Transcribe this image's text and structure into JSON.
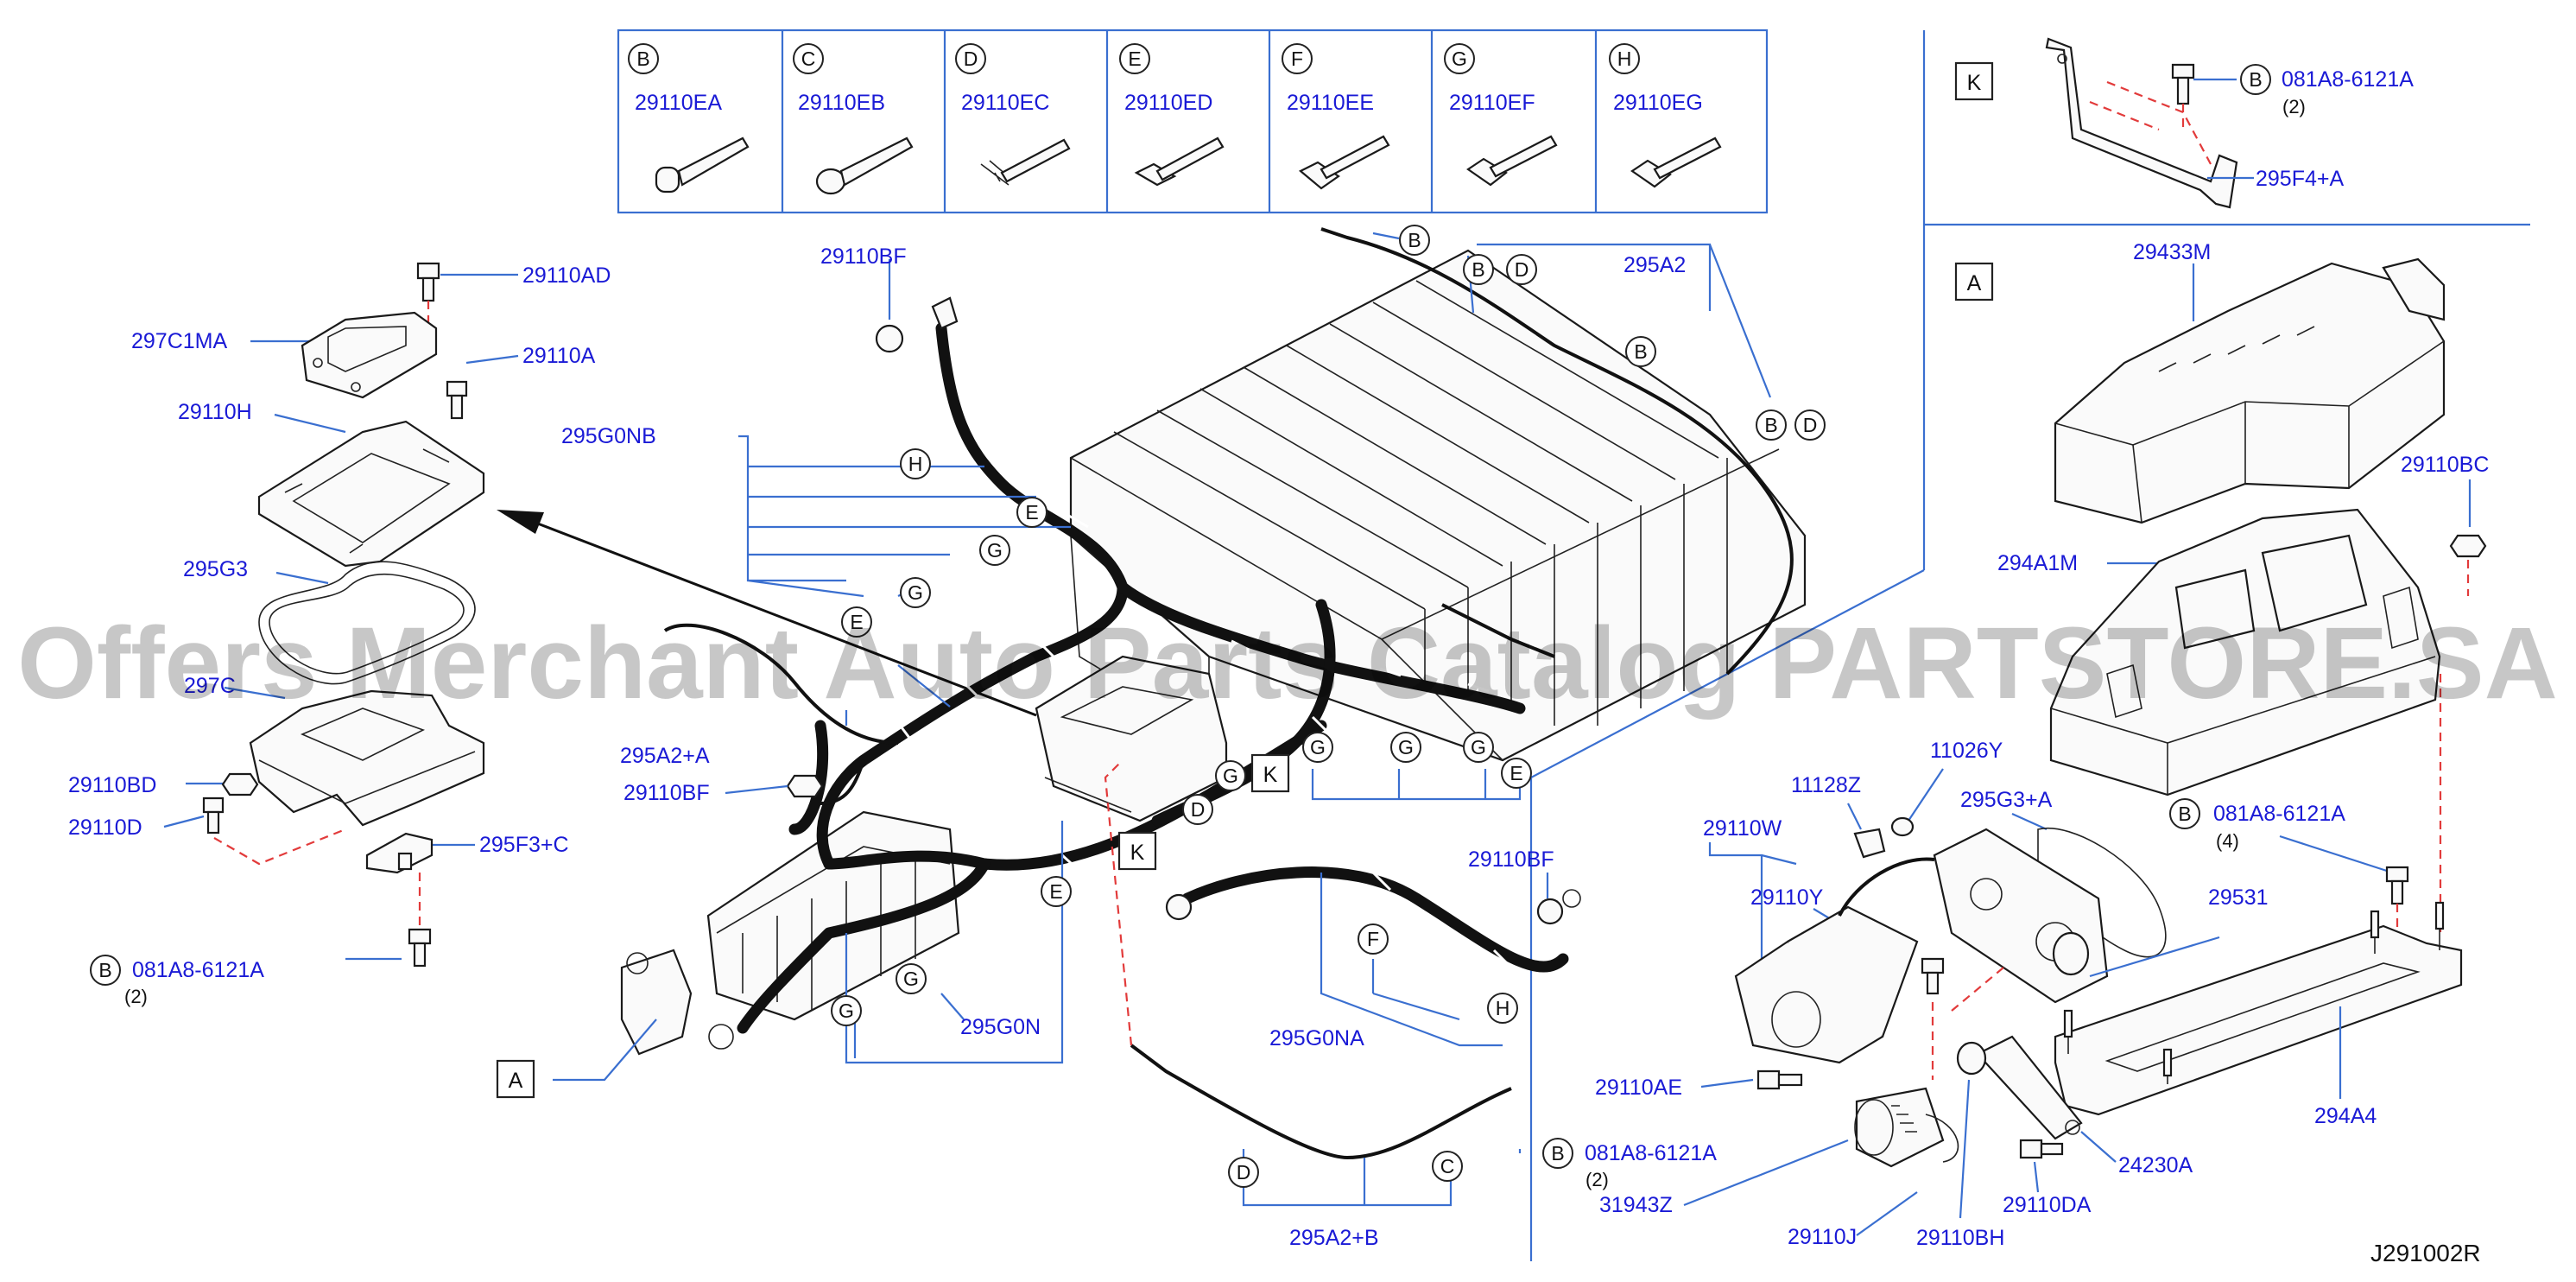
{
  "diagram_code": "J291002R",
  "watermark": "Offers Merchant Auto Parts Catalog PARTSTORE.SA",
  "clip_table": {
    "cells": [
      {
        "letter": "B",
        "part": "29110EA"
      },
      {
        "letter": "C",
        "part": "29110EB"
      },
      {
        "letter": "D",
        "part": "29110EC"
      },
      {
        "letter": "E",
        "part": "29110ED"
      },
      {
        "letter": "F",
        "part": "29110EE"
      },
      {
        "letter": "G",
        "part": "29110EF"
      },
      {
        "letter": "H",
        "part": "29110EG"
      }
    ]
  },
  "detail_k": {
    "box_letter": "K",
    "bolt_ref": "B",
    "bolt_part": "081A8-6121A",
    "bolt_qty": "(2)",
    "bracket_part": "295F4+A"
  },
  "detail_a": {
    "box_letter": "A",
    "cover_part": "29433M",
    "box_part": "294A1M",
    "nut_part": "29110BC",
    "bolt_ref": "B",
    "bolt_part": "081A8-6121A",
    "bolt_qty": "(4)",
    "bracket_part": "294A4"
  },
  "left_group": {
    "p_29110AD": "29110AD",
    "p_297C1MA": "297C1MA",
    "p_29110A": "29110A",
    "p_29110H": "29110H",
    "p_295G3": "295G3",
    "p_297C": "297C",
    "p_29110BD": "29110BD",
    "p_29110D": "29110D",
    "p_295F3C": "295F3+C",
    "bolt_ref": "B",
    "bolt_part": "081A8-6121A",
    "bolt_qty": "(2)"
  },
  "main": {
    "p_29110BF_top": "29110BF",
    "p_295G0NB": "295G0NB",
    "p_295A2": "295A2",
    "p_295A2A": "295A2+A",
    "p_29110BF_left": "29110BF",
    "p_29110BF_right": "29110BF",
    "p_295G0N": "295G0N",
    "p_295G0NA": "295G0NA",
    "p_295A2B": "295A2+B",
    "box_a": "A",
    "box_k1": "K",
    "box_k2": "K",
    "bolt_ref": "B",
    "bolt_part": "081A8-6121A",
    "bolt_qty": "(2)",
    "callouts": {
      "top_b1": "B",
      "top_b2": "B",
      "top_d1": "D",
      "top_b3": "B",
      "top_b4": "B",
      "top_d2": "D",
      "nb_h": "H",
      "nb_e1": "E",
      "nb_g1": "G",
      "nb_g2": "G",
      "nb_e2": "E",
      "mid_g1": "G",
      "mid_g2": "G",
      "mid_g3": "G",
      "mid_g4": "G",
      "mid_e": "E",
      "mid_d": "D",
      "low_g1": "G",
      "low_g2": "G",
      "low_e": "E",
      "na_f": "F",
      "na_h": "H",
      "ab_d": "D",
      "ab_c": "C"
    }
  },
  "right_group": {
    "p_11026Y": "11026Y",
    "p_11128Z": "11128Z",
    "p_295G3A": "295G3+A",
    "p_29110W": "29110W",
    "p_29110Y": "29110Y",
    "p_29531": "29531",
    "p_29110AE": "29110AE",
    "p_24230A": "24230A",
    "p_31943Z": "31943Z",
    "p_29110J": "29110J",
    "p_29110BH": "29110BH",
    "p_29110DA": "29110DA"
  }
}
